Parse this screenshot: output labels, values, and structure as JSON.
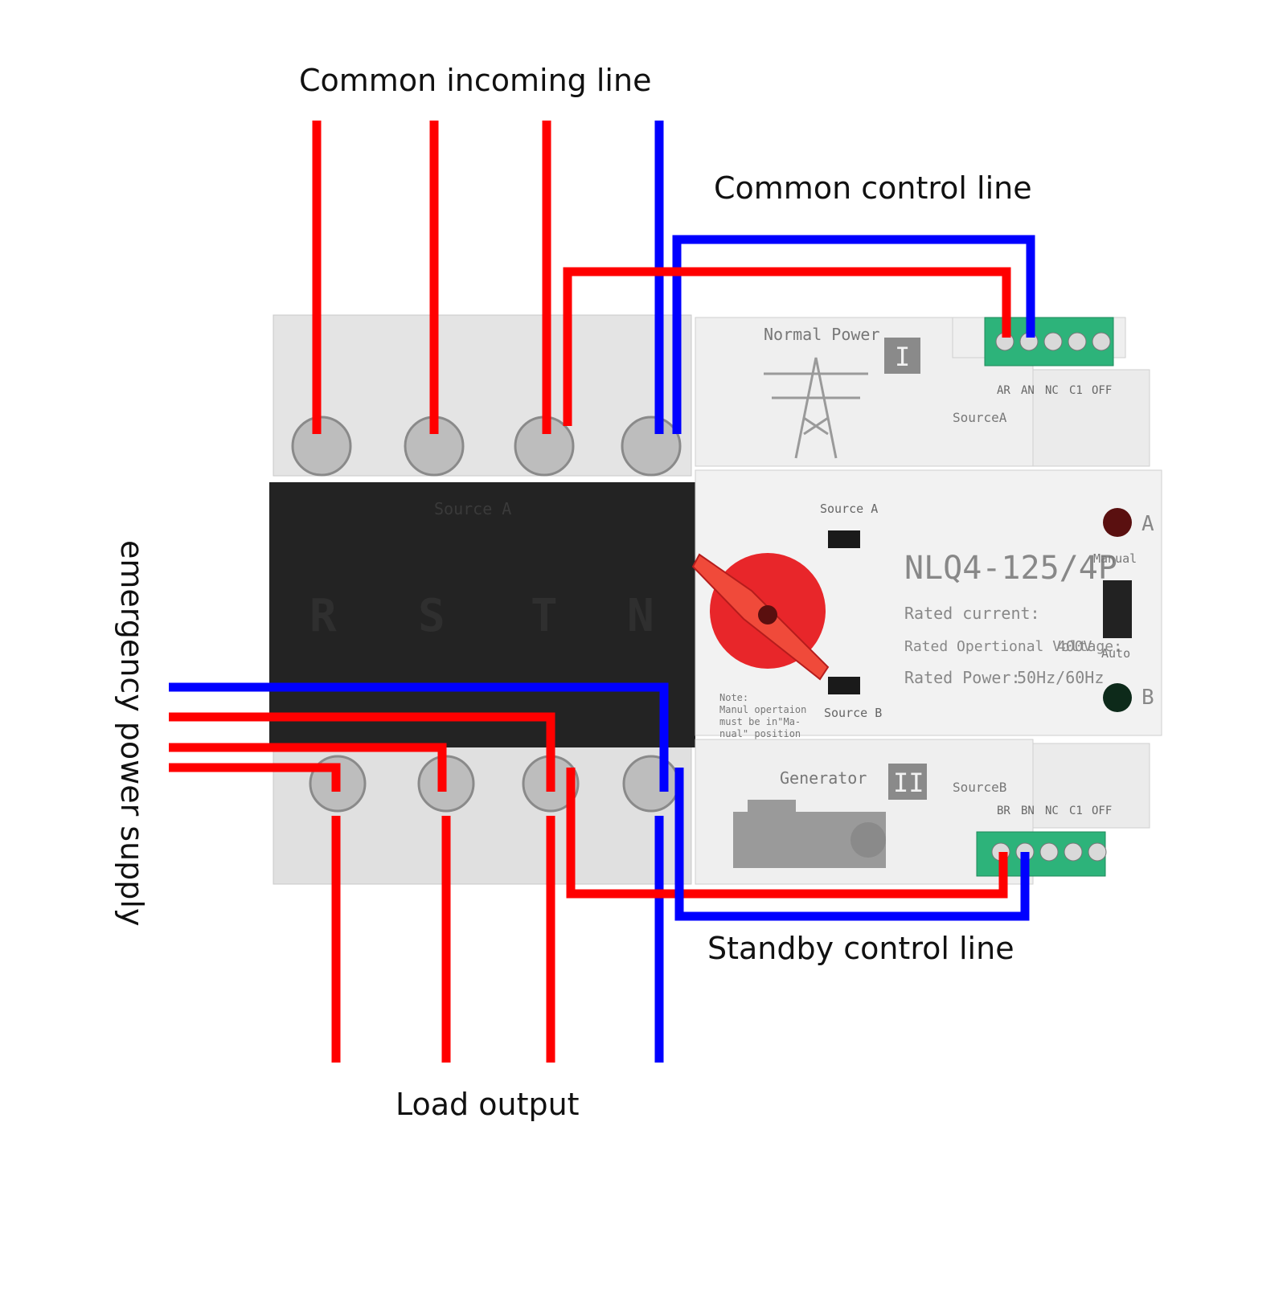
{
  "callouts": {
    "common_incoming": "Common incoming line",
    "common_control": "Common control line",
    "standby_control": "Standby control line",
    "load_output": "Load output",
    "emergency_supply": "emergency power supply"
  },
  "device": {
    "model": "NLQ4-125/4P",
    "rated_current": "Rated current:",
    "rated_voltage_label": "Rated Opertional Voltage:",
    "rated_voltage_value": "400V",
    "rated_power_label": "Rated Power:",
    "rated_power_value": "50Hz/60Hz",
    "normal_power": "Normal Power",
    "roman_one": "I",
    "generator": "Generator",
    "roman_two": "II",
    "source_a_top": "SourceA",
    "source_b_bottom": "SourceB",
    "source_a_window": "Source A",
    "source_b_window": "Source B",
    "source_a_black": "Source A",
    "manual": "Manual",
    "auto": "Auto",
    "indicator_a": "A",
    "indicator_b": "B",
    "note": [
      "Note:",
      "Manul opertaion",
      "must be in\"Ma-",
      "nual\" position"
    ],
    "phases": [
      "R",
      "S",
      "T",
      "N"
    ],
    "top_terminals": [
      "AR",
      "AN",
      "NC",
      "C1",
      "OFF"
    ],
    "bottom_terminals": [
      "BR",
      "BN",
      "NC",
      "C1",
      "OFF"
    ]
  },
  "colors": {
    "phase_wire": "#ff0000",
    "neutral_wire": "#0000ff",
    "terminal_block": "#2db37a"
  }
}
